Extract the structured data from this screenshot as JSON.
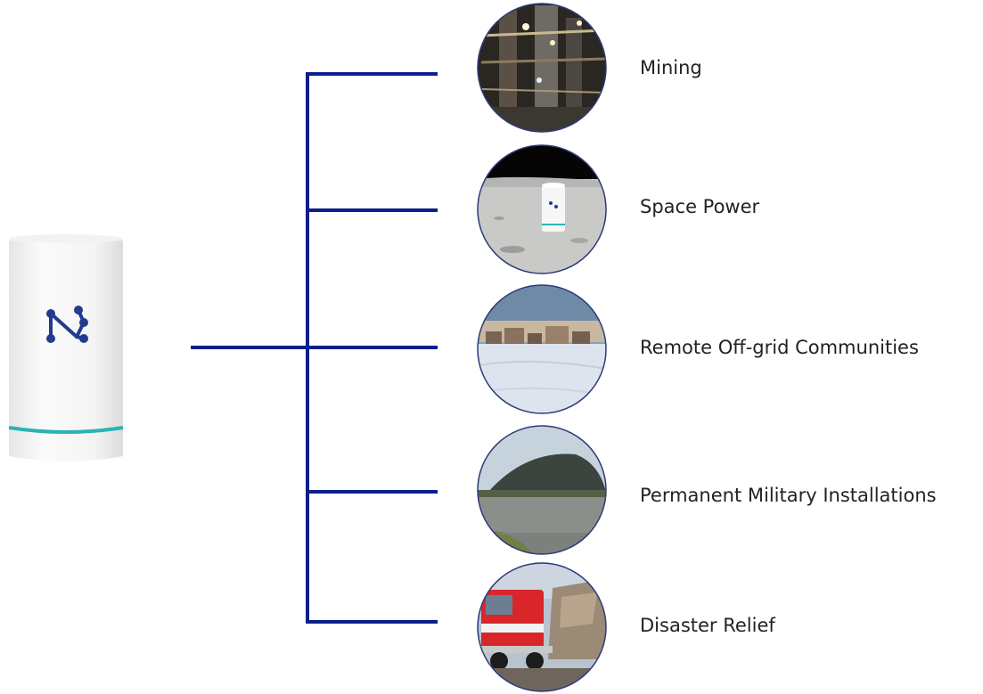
{
  "colors": {
    "connector": "#0b1f8c",
    "device_body": "#f4f4f4",
    "device_logo": "#233a8e",
    "device_band": "#2bb3b3",
    "circle_border": "#2d3a7a"
  },
  "device": {
    "icon": "reactor-unit-icon",
    "logo_icon": "network-n-logo-icon"
  },
  "applications": [
    {
      "label": "Mining",
      "icon": "mine-interior-photo"
    },
    {
      "label": "Space Power",
      "icon": "lunar-surface-photo"
    },
    {
      "label": "Remote Off-grid Communities",
      "icon": "arctic-village-photo"
    },
    {
      "label": "Permanent Military Installations",
      "icon": "hangar-photo"
    },
    {
      "label": "Disaster Relief",
      "icon": "fire-truck-debris-photo"
    }
  ]
}
